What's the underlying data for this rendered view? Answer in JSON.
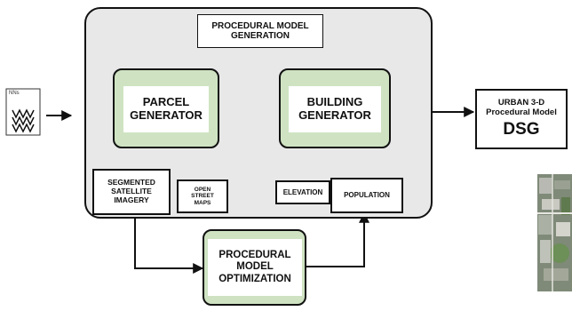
{
  "title": "PROCEDURAL MODEL GENERATION",
  "parcel_generator": "PARCEL GENERATOR",
  "building_generator": "BUILDING GENERATOR",
  "segmented_imagery": "SEGMENTED SATELLITE IMAGERY",
  "open_street_maps": "OPEN STREET MAPS",
  "elevation": "ELEVATION",
  "population": "POPULATION",
  "optimization": "PROCEDURAL MODEL OPTIMIZATION",
  "output": {
    "line1": "URBAN 3-D",
    "line2": "Procedural Model",
    "line3": "DSG"
  },
  "input_label": "NNs"
}
